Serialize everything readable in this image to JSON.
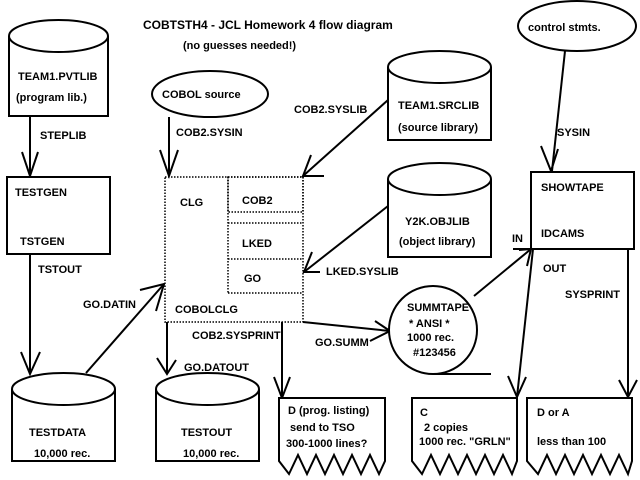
{
  "title": "COBTSTH4 - JCL Homework 4 flow diagram",
  "subtitle": "(no guesses needed!)",
  "colors": {
    "ink": "#000000",
    "background": "#ffffff"
  },
  "nodes": {
    "pvtlib": {
      "shape": "disk",
      "line1": "TEAM1.PVTLIB",
      "line2": "(program lib.)"
    },
    "cobol_source": {
      "shape": "ellipse",
      "label": "COBOL source"
    },
    "srclib": {
      "shape": "disk",
      "line1": "TEAM1.SRCLIB",
      "line2": "(source library)"
    },
    "control_stmts": {
      "shape": "ellipse",
      "label": "control stmts."
    },
    "testgen": {
      "shape": "process",
      "step": "TESTGEN",
      "program": "TSTGEN"
    },
    "cobolclg": {
      "shape": "procedure",
      "step": "CLG",
      "proc": "COBOLCLG",
      "substeps": [
        "COB2",
        "LKED",
        "GO"
      ]
    },
    "objlib": {
      "shape": "disk",
      "line1": "Y2K.OBJLIB",
      "line2": "(object library)"
    },
    "showtape": {
      "shape": "process",
      "step": "SHOWTAPE",
      "program": "IDCAMS"
    },
    "summtape": {
      "shape": "tape",
      "line1": "SUMMTAPE",
      "line2": "* ANSI *",
      "line3": "1000 rec.",
      "line4": "#123456"
    },
    "testdata": {
      "shape": "disk",
      "line1": "TESTDATA",
      "line2": "10,000 rec."
    },
    "testout": {
      "shape": "disk",
      "line1": "TESTOUT",
      "line2": "10,000 rec."
    },
    "listing": {
      "shape": "document",
      "line1": "D    (prog. listing)",
      "line2": "send to TSO",
      "line3": "300-1000 lines?"
    },
    "report_c": {
      "shape": "document",
      "line1": "C",
      "line2": "2 copies",
      "line3": "1000 rec. \"GRLN\""
    },
    "report_da": {
      "shape": "document",
      "line1": "D  or A",
      "line2": "",
      "line3": "less than 100"
    }
  },
  "edges": {
    "steplib": "STEPLIB",
    "tstout": "TSTOUT",
    "go_datin": "GO.DATIN",
    "cob2_sysin": "COB2.SYSIN",
    "cob2_syslib": "COB2.SYSLIB",
    "lked_syslib": "LKED.SYSLIB",
    "cob2_sysprint": "COB2.SYSPRINT",
    "go_datout": "GO.DATOUT",
    "go_summ": "GO.SUMM",
    "sysin": "SYSIN",
    "in": "IN",
    "out": "OUT",
    "sysprint": "SYSPRINT"
  }
}
